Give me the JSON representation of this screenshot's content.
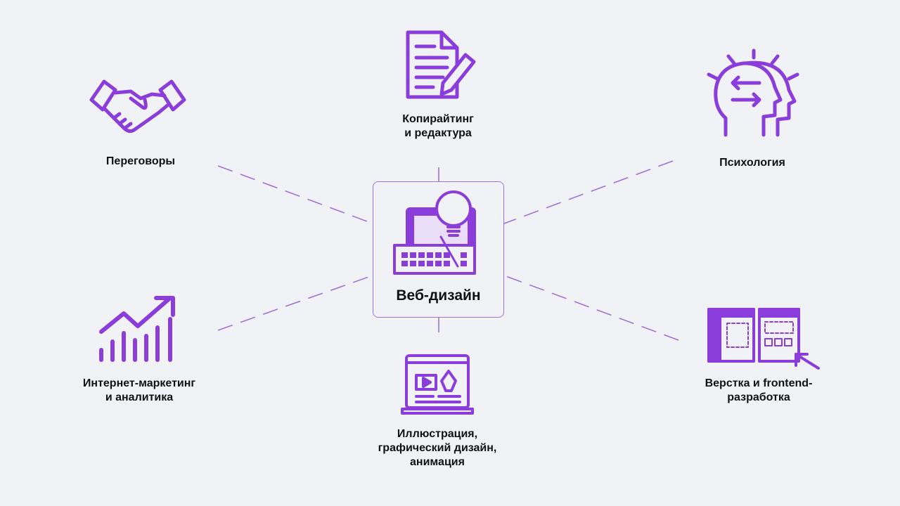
{
  "center": {
    "label": "Веб-дизайн"
  },
  "nodes": {
    "negotiations": {
      "line1": "Переговоры"
    },
    "copywriting": {
      "line1": "Копирайтинг",
      "line2": "и редактура"
    },
    "psychology": {
      "line1": "Психология"
    },
    "marketing": {
      "line1": "Интернет-маркетинг",
      "line2": "и аналитика"
    },
    "illustration": {
      "line1": "Иллюстрация,",
      "line2": "графический дизайн,",
      "line3": "анимация"
    },
    "frontend": {
      "line1": "Верстка и frontend-",
      "line2": "разработка"
    }
  },
  "colors": {
    "accent": "#8b3ddb",
    "line": "#9f72d8",
    "background": "#f1f2f6"
  }
}
